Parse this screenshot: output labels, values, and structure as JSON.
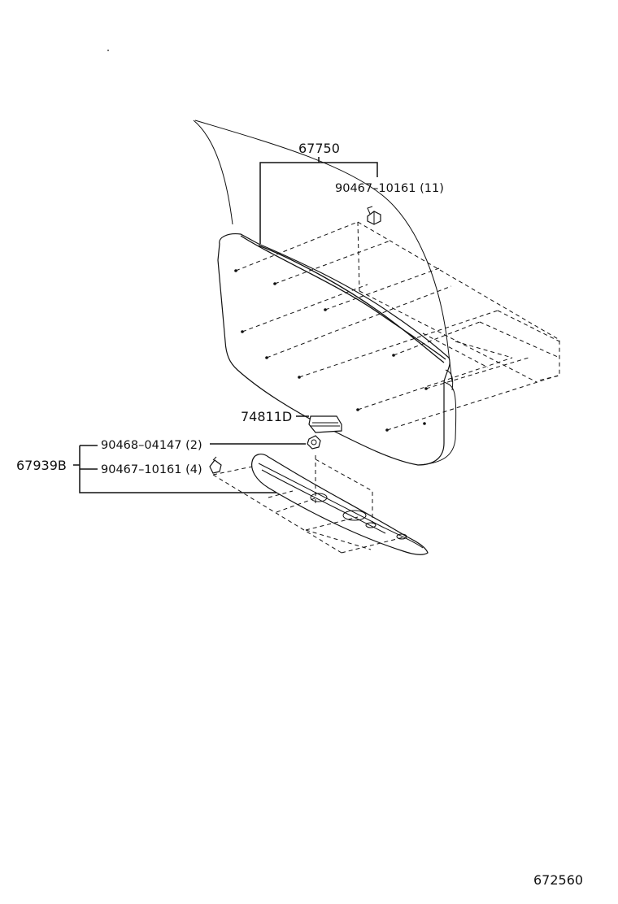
{
  "labels": {
    "panel_part": "67750",
    "panel_clip": "90467–10161 (11)",
    "lamp_part": "74811D",
    "group_part": "67939B",
    "nut_part": "90468–04147 (2)",
    "garnish_clip": "90467–10161 (4)",
    "figure_number": "672560"
  }
}
